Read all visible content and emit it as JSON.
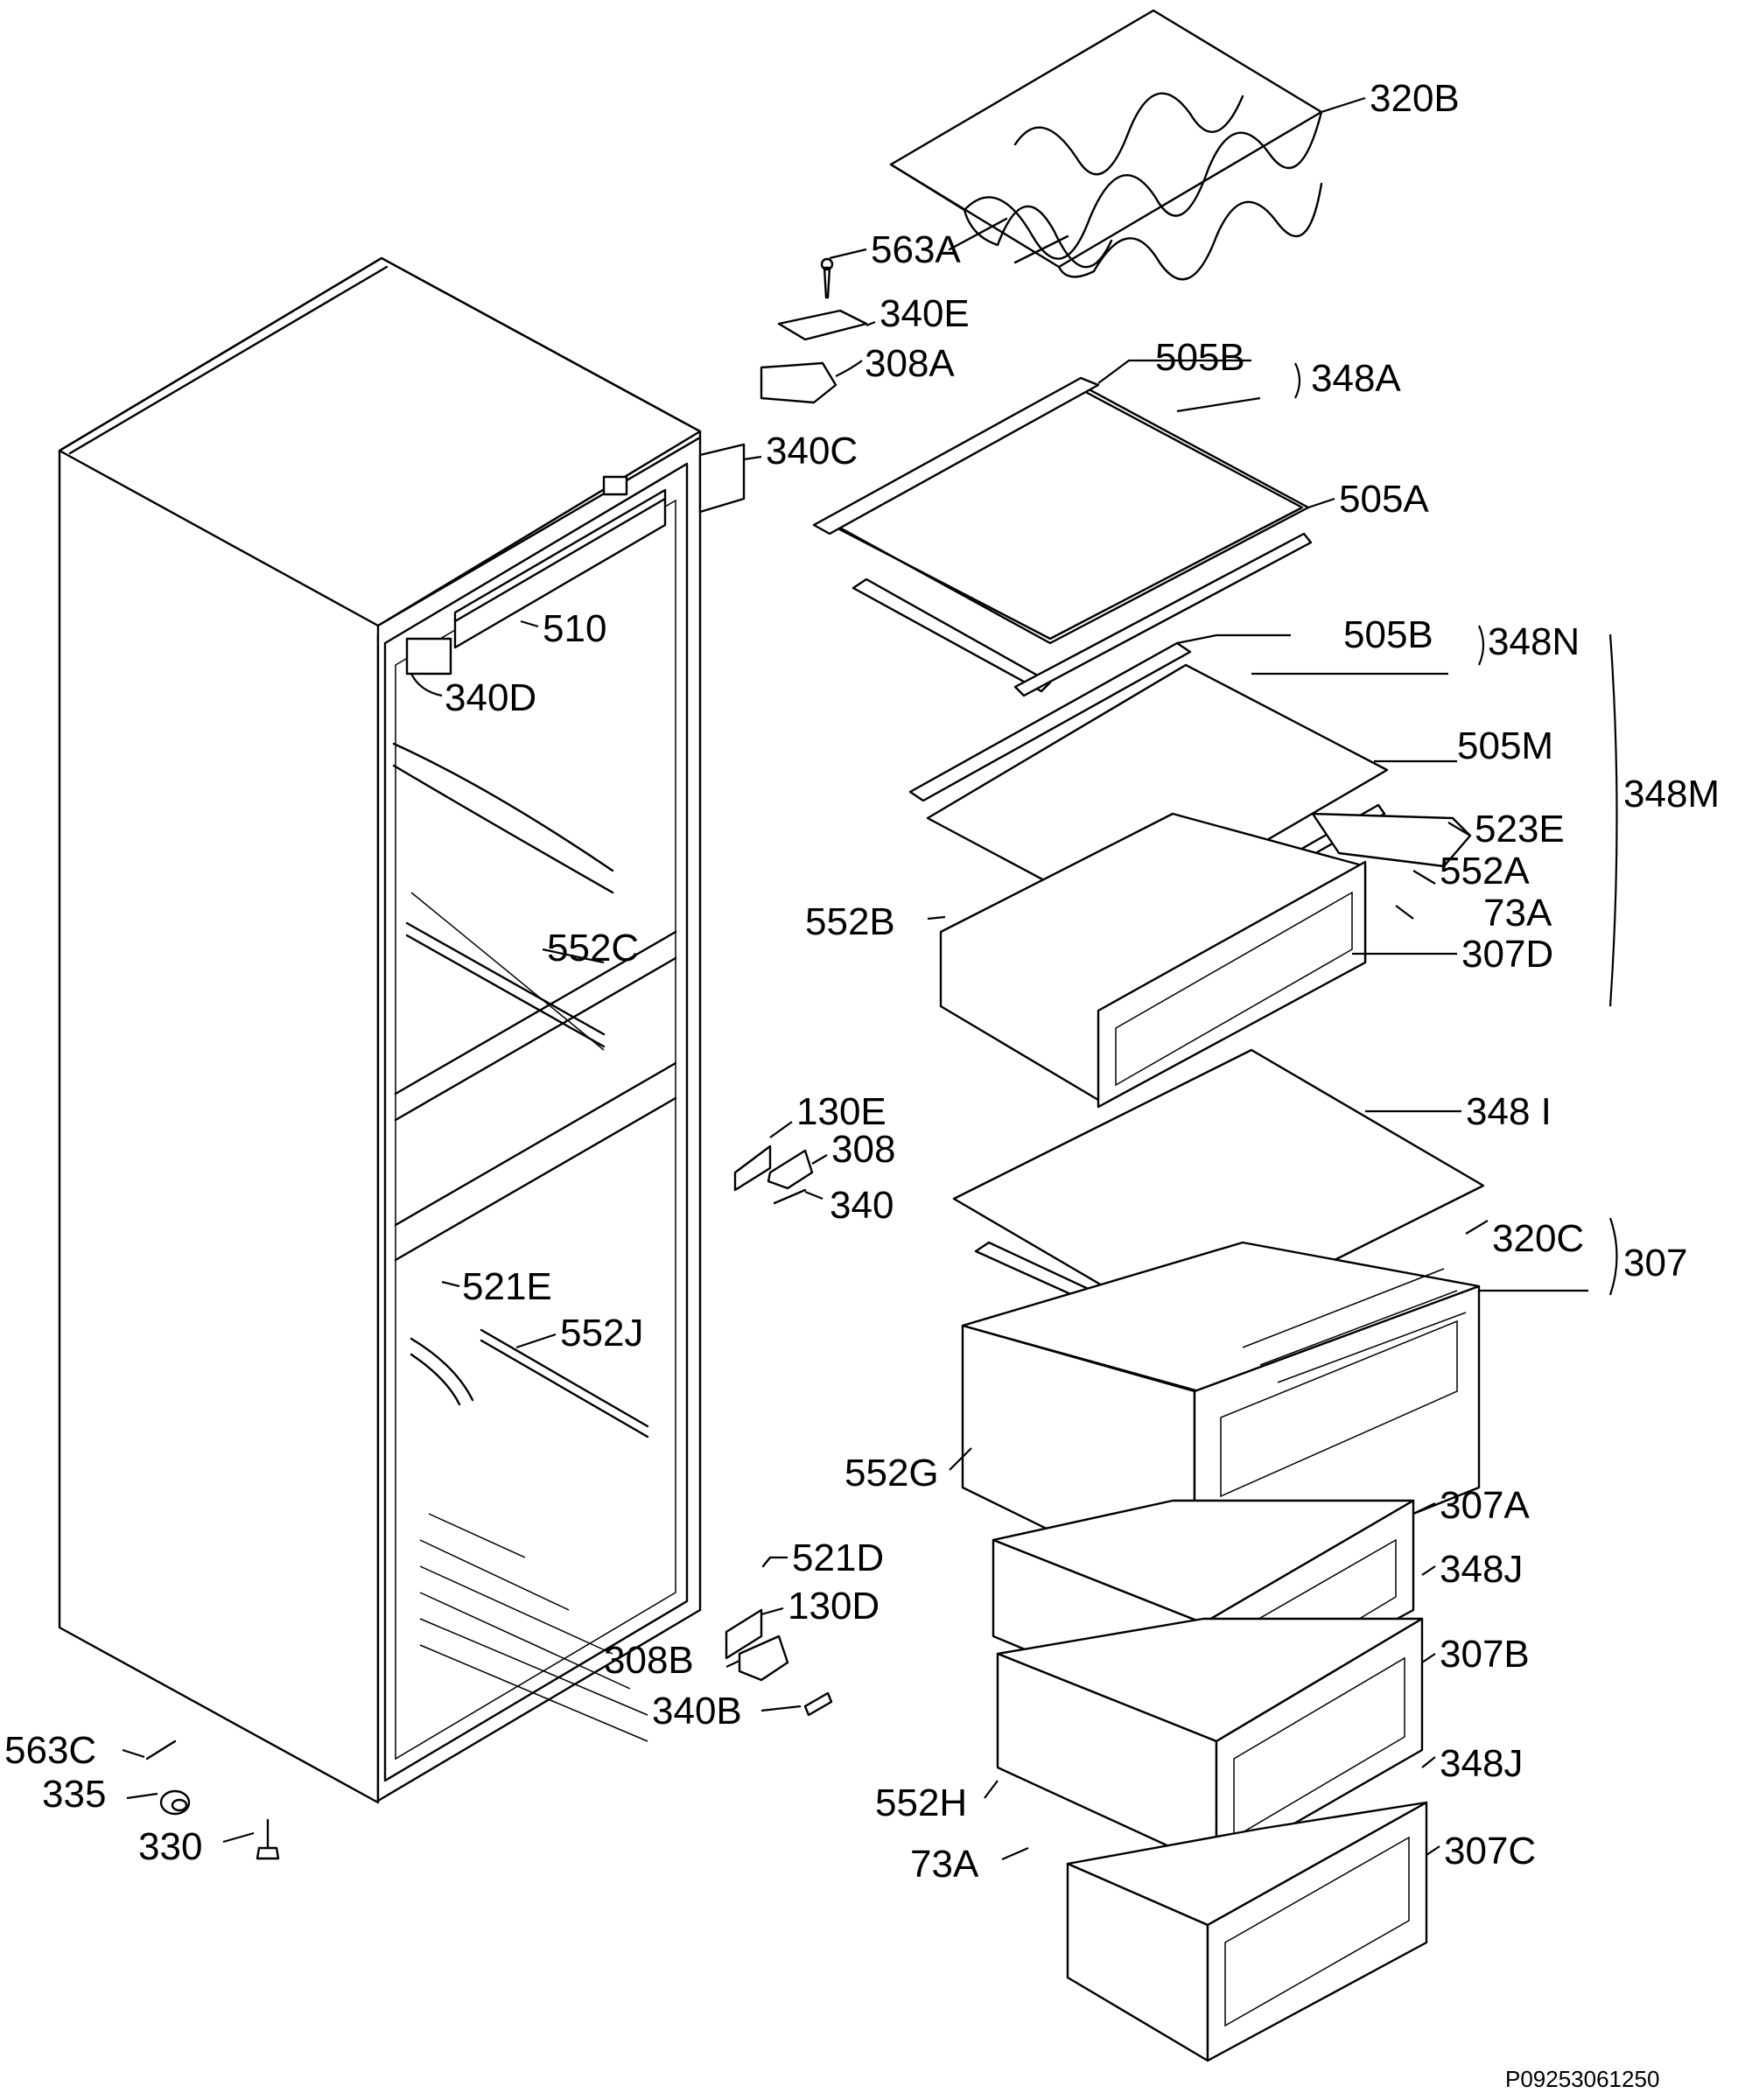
{
  "callouts": {
    "c320B": "320B",
    "c563A": "563A",
    "c340E": "340E",
    "c308A": "308A",
    "c505B_top": "505B",
    "c348A": "348A",
    "c340C": "340C",
    "c505A": "505A",
    "c510": "510",
    "c340D": "340D",
    "c505B_mid": "505B",
    "c348N": "348N",
    "c505M": "505M",
    "c348M": "348M",
    "c523E": "523E",
    "c552A": "552A",
    "c73A_top": "73A",
    "c552B": "552B",
    "c307D": "307D",
    "c552C": "552C",
    "c130E": "130E",
    "c308": "308",
    "c340": "340",
    "c348I": "348 I",
    "c320C": "320C",
    "c307": "307",
    "c521E": "521E",
    "c552J": "552J",
    "c552G": "552G",
    "c307A": "307A",
    "c521D": "521D",
    "c130D": "130D",
    "c348J_1": "348J",
    "c308B": "308B",
    "c307B": "307B",
    "c340B": "340B",
    "c563C": "563C",
    "c335": "335",
    "c552H": "552H",
    "c348J_2": "348J",
    "c330": "330",
    "c73A_bot": "73A",
    "c307C": "307C"
  },
  "drawing_code": "P09253061250"
}
